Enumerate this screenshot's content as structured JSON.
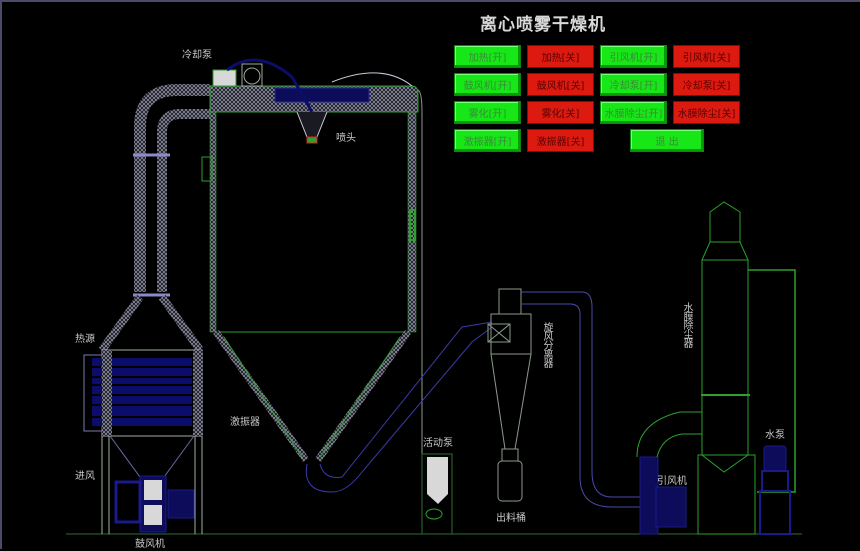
{
  "app": {
    "title": "离心喷雾干燥机"
  },
  "controls": {
    "buttons": [
      {
        "id": "heat",
        "on_label": "加热[开]",
        "off_label": "加热[关]",
        "state": "off"
      },
      {
        "id": "induced_fan",
        "on_label": "引风机[开]",
        "off_label": "引风机[关]",
        "state": "off"
      },
      {
        "id": "blower",
        "on_label": "鼓风机[开]",
        "off_label": "鼓风机[关]",
        "state": "off"
      },
      {
        "id": "cooling_pump",
        "on_label": "冷却泵[开]",
        "off_label": "冷却泵[关]",
        "state": "off"
      },
      {
        "id": "atomize",
        "on_label": "雾化[开]",
        "off_label": "雾化[关]",
        "state": "off"
      },
      {
        "id": "water_dust",
        "on_label": "水膜除尘[开]",
        "off_label": "水膜除尘[关]",
        "state": "off"
      },
      {
        "id": "vibrator",
        "on_label": "激振器[开]",
        "off_label": "激振器[关]",
        "state": "off"
      }
    ],
    "exit_label": "退 出"
  },
  "diagram": {
    "labels": {
      "cooling_pump": "冷却泵",
      "nozzle": "喷头",
      "heat_source": "热源",
      "vibrator": "激振器",
      "air_inlet": "进风",
      "blower": "鼓风机",
      "peristaltic_pump": "活动泵",
      "cyclone": "旋风分离器",
      "discharge_bucket": "出料桶",
      "water_film_dust_collector": "水膜除尘器",
      "water_pump": "水泵",
      "induced_fan": "引风机"
    }
  },
  "colors": {
    "on": "#17e617",
    "off": "#dd1a10",
    "equipment_green": "#2ea02e",
    "equipment_blue": "#0a0a6a",
    "insulation": "#8a8aa0"
  }
}
